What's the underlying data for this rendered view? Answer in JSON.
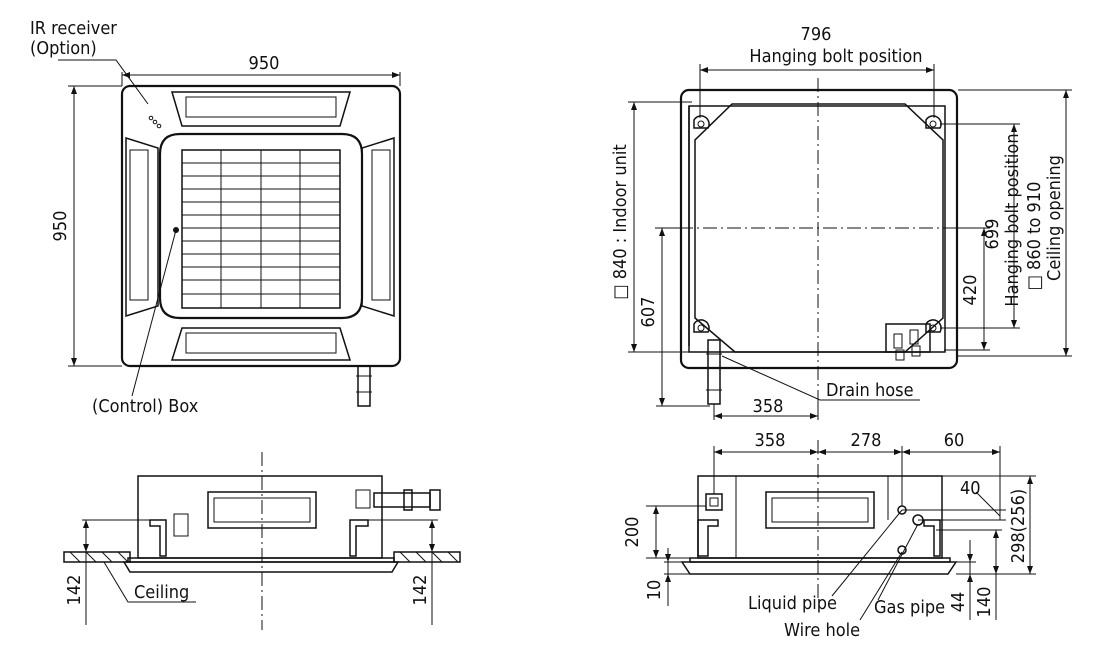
{
  "top_left": {
    "ir_receiver_label": "IR receiver",
    "ir_receiver_option": "(Option)",
    "width_dim": "950",
    "height_dim": "950",
    "control_box_label": "(Control) Box"
  },
  "top_right": {
    "bolt_width_dim": "796",
    "bolt_width_label": "Hanging bolt position",
    "indoor_unit_label": "□ 840 : Indoor unit",
    "dim_607": "607",
    "dim_420": "420",
    "dim_699": "699",
    "hanging_bolt_label": "Hanging bolt position",
    "ceiling_range": "□ 860 to 910",
    "ceiling_opening_label": "Ceiling opening",
    "drain_hose_label": "Drain hose",
    "dim_358": "358"
  },
  "bottom_left": {
    "dim_142_left": "142",
    "dim_142_right": "142",
    "ceiling_label": "Ceiling"
  },
  "bottom_right": {
    "dim_358": "358",
    "dim_278": "278",
    "dim_60": "60",
    "dim_40": "40",
    "dim_298": "298(256)",
    "dim_200": "200",
    "dim_10": "10",
    "dim_44": "44",
    "dim_140": "140",
    "liquid_pipe_label": "Liquid pipe",
    "gas_pipe_label": "Gas pipe",
    "wire_hole_label": "Wire hole"
  }
}
